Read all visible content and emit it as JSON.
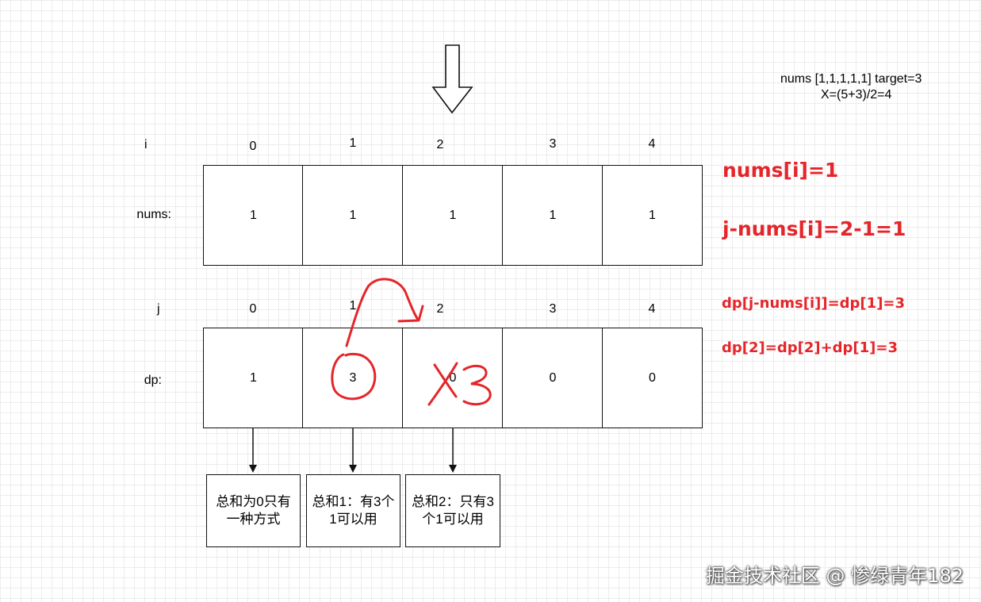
{
  "header": {
    "line1": "nums [1,1,1,1,1] target=3",
    "line2": "X=(5+3)/2=4"
  },
  "rows": {
    "i_label": "i",
    "nums_label": "nums:",
    "j_label": "j",
    "dp_label": "dp:",
    "indices": [
      "0",
      "1",
      "2",
      "3",
      "4"
    ],
    "nums_values": [
      "1",
      "1",
      "1",
      "1",
      "1"
    ],
    "dp_values": [
      "1",
      "3",
      "0",
      "0",
      "0"
    ]
  },
  "annotations": {
    "handwritten_x3": "X3"
  },
  "notes": [
    "总和为0只有一种方式",
    "总和1：有3个1可以用",
    "总和2：只有3个1可以用"
  ],
  "formulas": {
    "f1": "nums[i]=1",
    "f2": "j-nums[i]=2-1=1",
    "f3": "dp[j-nums[i]]=dp[1]=3",
    "f4": "dp[2]=dp[2]+dp[1]=3"
  },
  "colors": {
    "annotation_red": "#e5252a"
  },
  "watermark": "掘金技术社区 @ 惨绿青年182"
}
